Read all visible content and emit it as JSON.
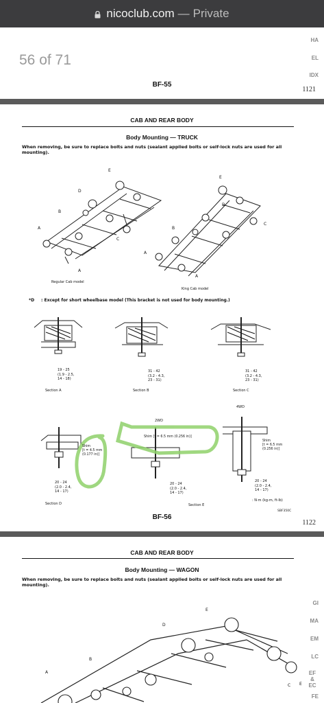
{
  "browser": {
    "host": "nicoclub.com",
    "separator": "—",
    "privacy": "Private"
  },
  "page1": {
    "counter": "56 of 71",
    "page_code": "BF-55",
    "page_number": "1121",
    "side_tabs": [
      "HA",
      "EL",
      "IDX"
    ]
  },
  "page2": {
    "section_title": "CAB AND REAR BODY",
    "subtitle": "Body Mounting — TRUCK",
    "intro": "When removing, be sure to replace bolts and nuts (sealant applied bolts or self-lock nuts are used for all mounting).",
    "model_regular": "Regular Cab model",
    "model_king": "King Cab model",
    "footnote_marker": "*D",
    "footnote": ": Except for short wheelbase model (This bracket is not used for body mounting.)",
    "top_torques": [
      {
        "values": [
          "19 - 25",
          "(1.9 - 2.5,",
          "14 - 18)"
        ],
        "section": "Section",
        "letter": "A"
      },
      {
        "values": [
          "31 - 42",
          "(3.2 - 4.3,",
          "23 - 31)"
        ],
        "section": "Section",
        "letter": "B"
      },
      {
        "values": [
          "31 - 42",
          "(3.2 - 4.3,",
          "23 - 31)"
        ],
        "section": "Section",
        "letter": "C"
      }
    ],
    "shim_d": [
      "Shim",
      "[t = 4.5 mm",
      "(0.177 in)]"
    ],
    "label_2wd": "2WD",
    "shim_e": "Shim [t = 6.5 mm (0.256 in)]",
    "label_4wd": "4WD",
    "shim_4wd": [
      "Shim",
      "[t = 6.5 mm",
      "(0.256 in)]"
    ],
    "bottom_torques": [
      {
        "values": [
          "20 - 24",
          "(2.0 - 2.4,",
          "14 - 17)"
        ],
        "section": "Section",
        "letter": "D"
      },
      {
        "values": [
          "20 - 24",
          "(2.0 - 2.4,",
          "14 - 17)"
        ],
        "section": "Section",
        "letter": "E"
      },
      {
        "values": [
          "20 - 24",
          "(2.0 - 2.4,",
          "14 - 17)"
        ]
      }
    ],
    "unit_legend": ": N·m (kg-m, ft-lb)",
    "figure_code": "SBF350C",
    "page_code": "BF-56",
    "page_number": "1122",
    "callouts": [
      "A",
      "B",
      "C",
      "D",
      "E"
    ],
    "highlight_color": "#8fd16a"
  },
  "page3": {
    "section_title": "CAB AND REAR BODY",
    "subtitle": "Body Mounting — WAGON",
    "intro": "When removing, be sure to replace bolts and nuts (sealant applied bolts or self-lock nuts are used for all mounting).",
    "side_tabs": [
      "GI",
      "MA",
      "EM",
      "LC",
      "EF & EC",
      "FE"
    ]
  }
}
